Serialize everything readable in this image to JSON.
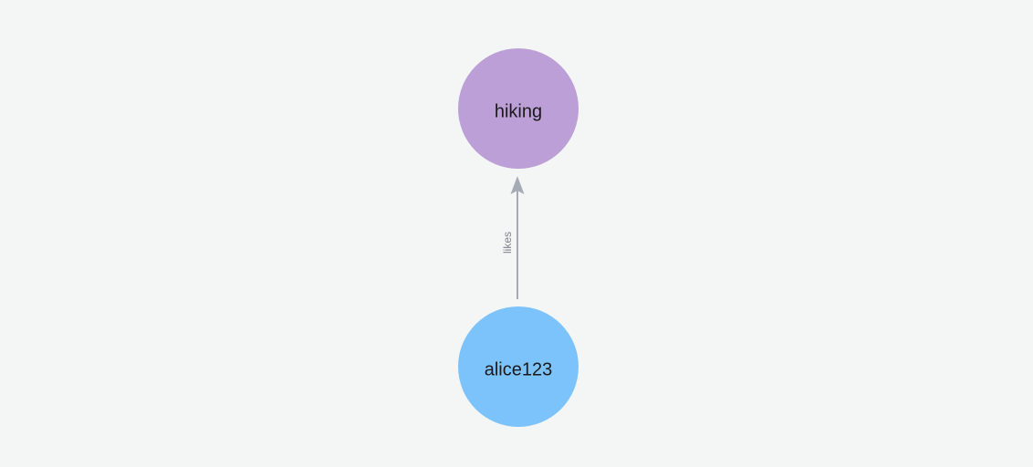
{
  "graph": {
    "nodes": [
      {
        "id": "hiking",
        "label": "hiking",
        "color": "#bc9fd6"
      },
      {
        "id": "alice123",
        "label": "alice123",
        "color": "#7dc3fb"
      }
    ],
    "edges": [
      {
        "from": "alice123",
        "to": "hiking",
        "label": "likes",
        "color": "#a5abb5"
      }
    ]
  }
}
